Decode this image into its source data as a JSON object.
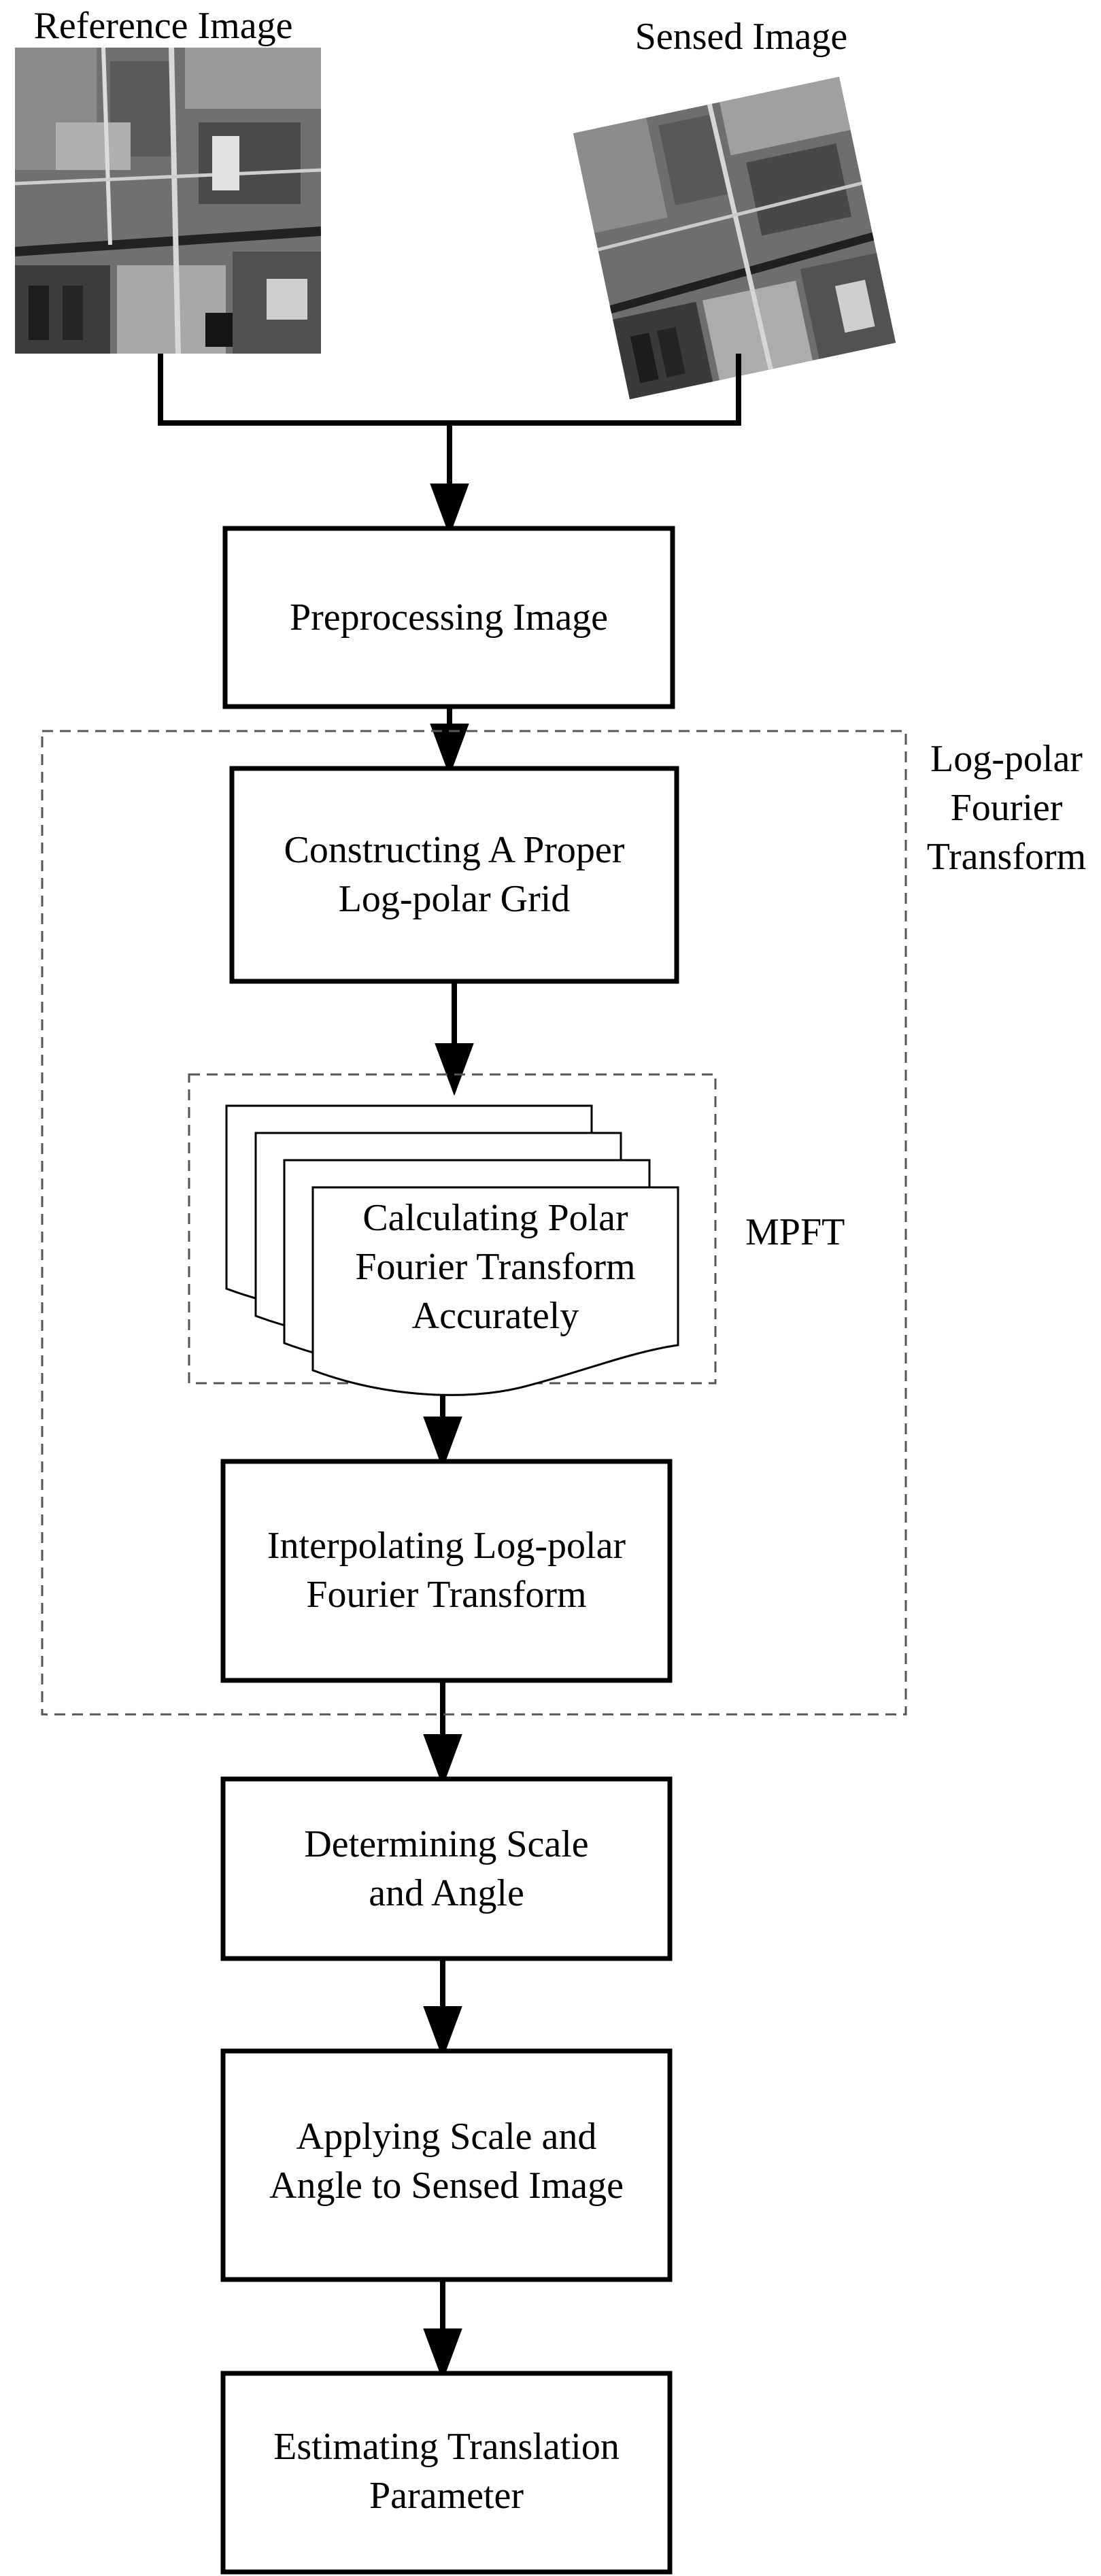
{
  "inputs": {
    "reference_label": "Reference Image",
    "sensed_label": "Sensed Image"
  },
  "steps": {
    "preprocess": [
      "Preprocessing Image"
    ],
    "grid": [
      "Constructing A  Proper",
      "Log-polar Grid"
    ],
    "polar": [
      "Calculating Polar",
      "Fourier Transform",
      "Accurately"
    ],
    "interp": [
      "Interpolating Log-polar",
      "Fourier Transform"
    ],
    "scale_angle": [
      "Determining Scale",
      "and Angle"
    ],
    "apply": [
      "Applying Scale and",
      "Angle to Sensed Image"
    ],
    "translate": [
      "Estimating Translation",
      "Parameter"
    ]
  },
  "groups": {
    "lpft": [
      "Log-polar",
      "Fourier",
      "Transform"
    ],
    "mpft": "MPFT"
  }
}
